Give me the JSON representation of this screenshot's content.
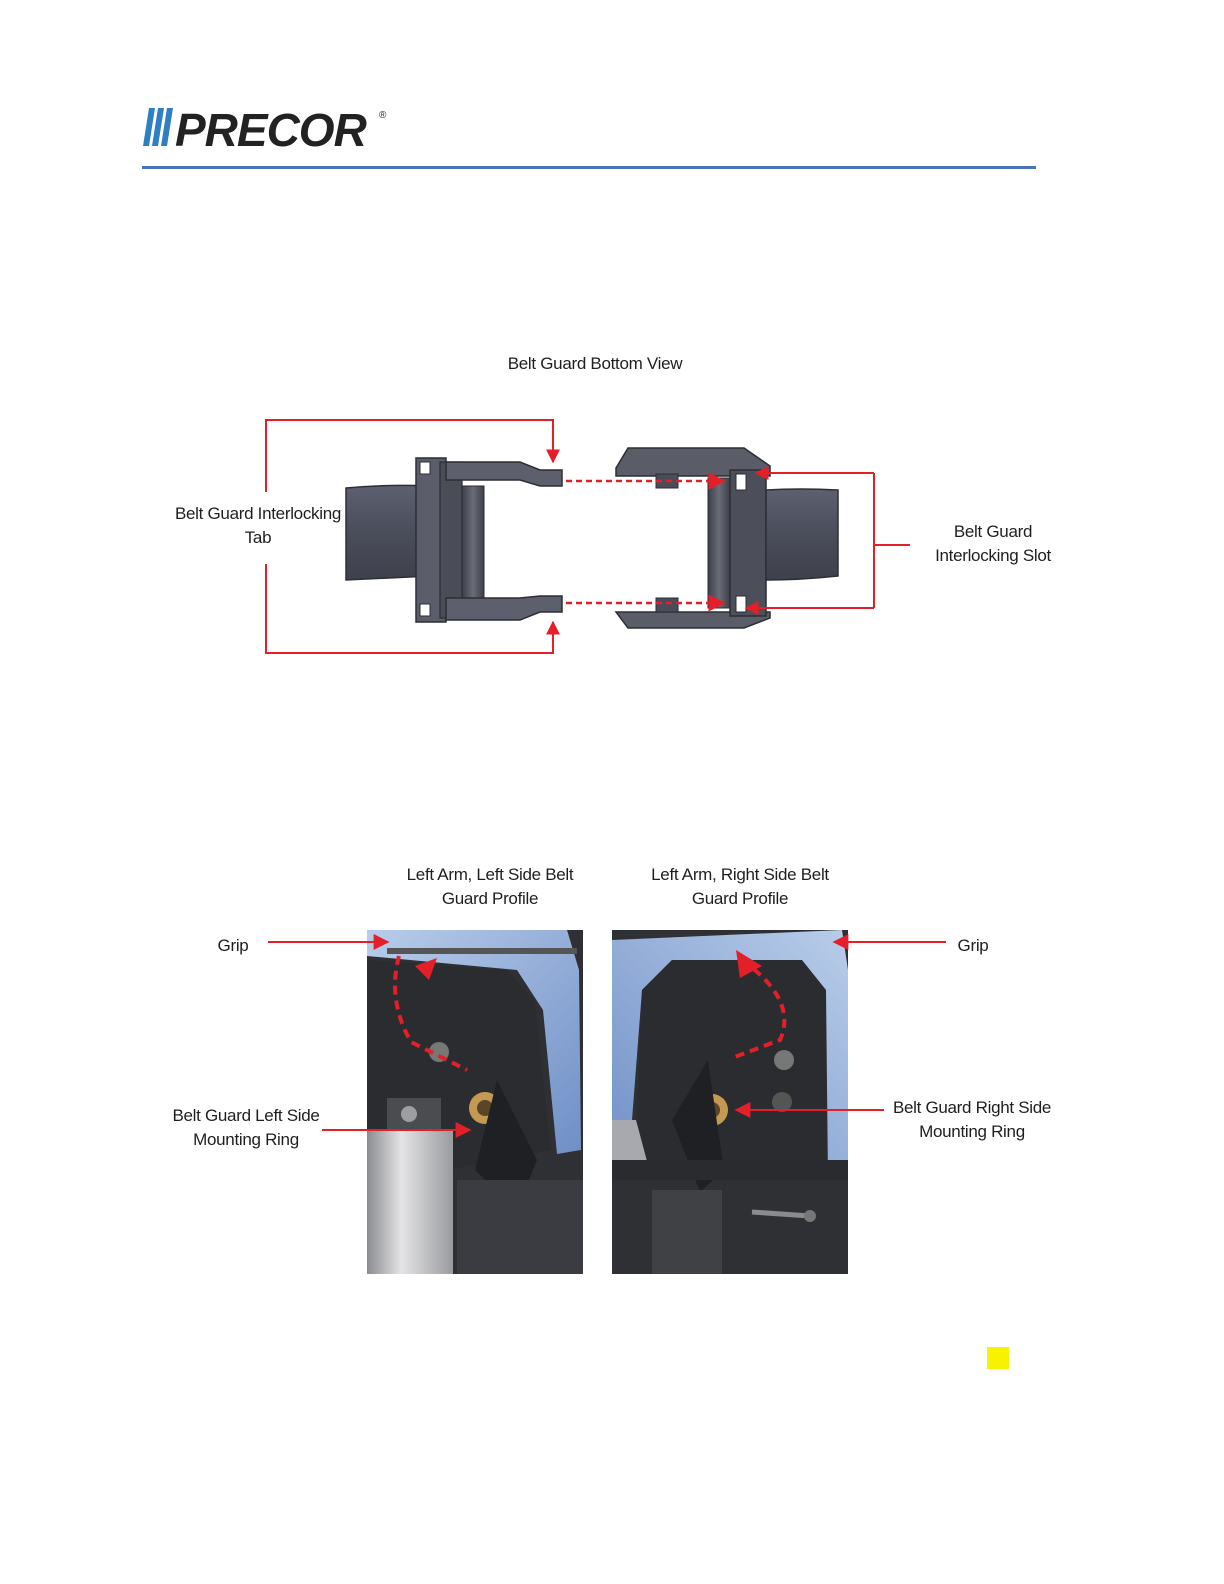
{
  "header": {
    "logo_text": "PRECOR",
    "registered_mark": "®",
    "rule_color": "#4a73b5"
  },
  "figure1": {
    "title": "Belt Guard Bottom View",
    "left_label_line1": "Belt Guard Interlocking",
    "left_label_line2": "Tab",
    "right_label_line1": "Belt Guard",
    "right_label_line2": "Interlocking Slot",
    "callout_color": "#e3202a"
  },
  "figure2": {
    "left_title_line1": "Left Arm, Left Side Belt",
    "left_title_line2": "Guard Profile",
    "right_title_line1": "Left Arm, Right Side Belt",
    "right_title_line2": "Guard Profile",
    "grip_left": "Grip",
    "grip_right": "Grip",
    "left_ring_line1": "Belt Guard Left Side",
    "left_ring_line2": "Mounting Ring",
    "right_ring_line1": "Belt Guard Right Side",
    "right_ring_line2": "Mounting Ring"
  },
  "marker_color": "#f6f200"
}
